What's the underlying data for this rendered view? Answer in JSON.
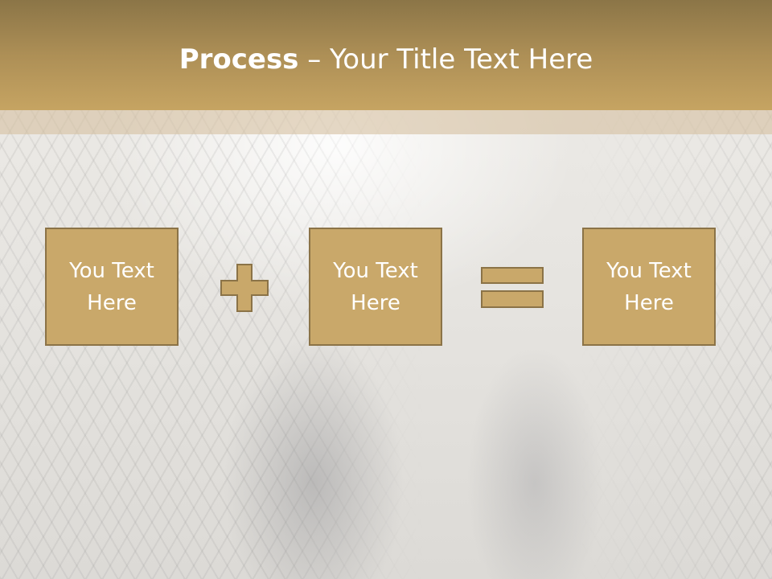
{
  "slide": {
    "title_bold": "Process",
    "title_rest": " – Your Title Text Here"
  },
  "process": {
    "boxes": [
      {
        "label": "You Text Here"
      },
      {
        "label": "You Text Here"
      },
      {
        "label": "You Text Here"
      }
    ],
    "operators": [
      "plus",
      "equals"
    ]
  },
  "colors": {
    "banner_top": "#8b7547",
    "banner_bottom": "#c6a462",
    "box_fill": "#c9a86a",
    "box_border": "#8b7347"
  }
}
